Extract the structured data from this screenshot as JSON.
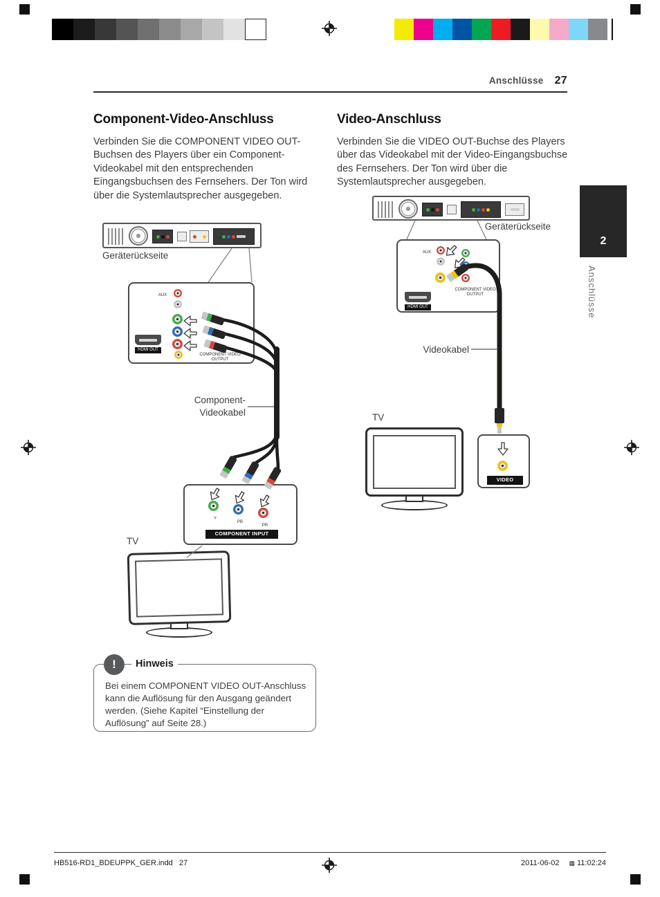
{
  "colors": {
    "jack_green": "#3fae49",
    "jack_blue": "#2a6db5",
    "jack_red": "#d9453a",
    "jack_yellow": "#f2c500",
    "tab_background": "#272727",
    "heading_text": "#141414",
    "body_text": "#3d3d3d"
  },
  "print_marks": {
    "grayscale_bar": [
      "#000000",
      "#1c1c1c",
      "#383838",
      "#545454",
      "#707070",
      "#8c8c8c",
      "#a8a8a8",
      "#c4c4c4",
      "#e2e2e2",
      "#ffffff"
    ],
    "color_bar": [
      "#f5eb00",
      "#ec008c",
      "#00aeef",
      "#0054a6",
      "#00a651",
      "#ed1c24",
      "#1a1a1a",
      "#fff9ae",
      "#f5a9c8",
      "#7fd6f7",
      "#87898c"
    ]
  },
  "header": {
    "section": "Anschlüsse",
    "page_number": "27"
  },
  "side_tab": {
    "chapter_number": "2",
    "chapter_label": "Anschlüsse"
  },
  "component_section": {
    "title": "Component-Video-Anschluss",
    "body": "Verbinden Sie die COMPONENT VIDEO OUT-Buchsen des Players über ein Component-Videokabel mit den entsprechenden Eingangsbuchsen des Fernsehers. Der Ton wird über die Systemlautsprecher ausgegeben.",
    "rear_label": "Geräterückseite",
    "aux_label": "AUX",
    "hdmi_label": "HDMI OUT",
    "output_label": "COMPONENT VIDEO OUTPUT",
    "jack_labels": [
      "Y",
      "PB",
      "PR"
    ],
    "cable_label_1": "Component-",
    "cable_label_2": "Videokabel",
    "input_bar_label": "COMPONENT INPUT",
    "tv_label": "TV",
    "note": {
      "icon_glyph": "!",
      "title": "Hinweis",
      "body": "Bei einem COMPONENT VIDEO OUT-Anschluss kann die Auflösung für den Ausgang geändert werden. (Siehe Kapitel “Einstellung der Auflösung” auf Seite 28.)"
    }
  },
  "video_section": {
    "title": "Video-Anschluss",
    "body": "Verbinden Sie die VIDEO OUT-Buchse des Players über das Videokabel mit der Video-Eingangsbuchse des Fernsehers. Der Ton wird über die Systemlautsprecher ausgegeben.",
    "rear_label": "Geräterückseite",
    "aux_label": "AUX",
    "hdmi_label": "HDMI OUT",
    "output_label": "COMPONENT VIDEO OUTPUT",
    "cable_label": "Videokabel",
    "tv_label": "TV",
    "video_bar_label": "VIDEO"
  },
  "footer": {
    "document_name": "HB516-RD1_BDEUPPK_GER.indd   27",
    "date": "2011-06-02",
    "time_prefix": "▦",
    "time": "11:02:24"
  }
}
